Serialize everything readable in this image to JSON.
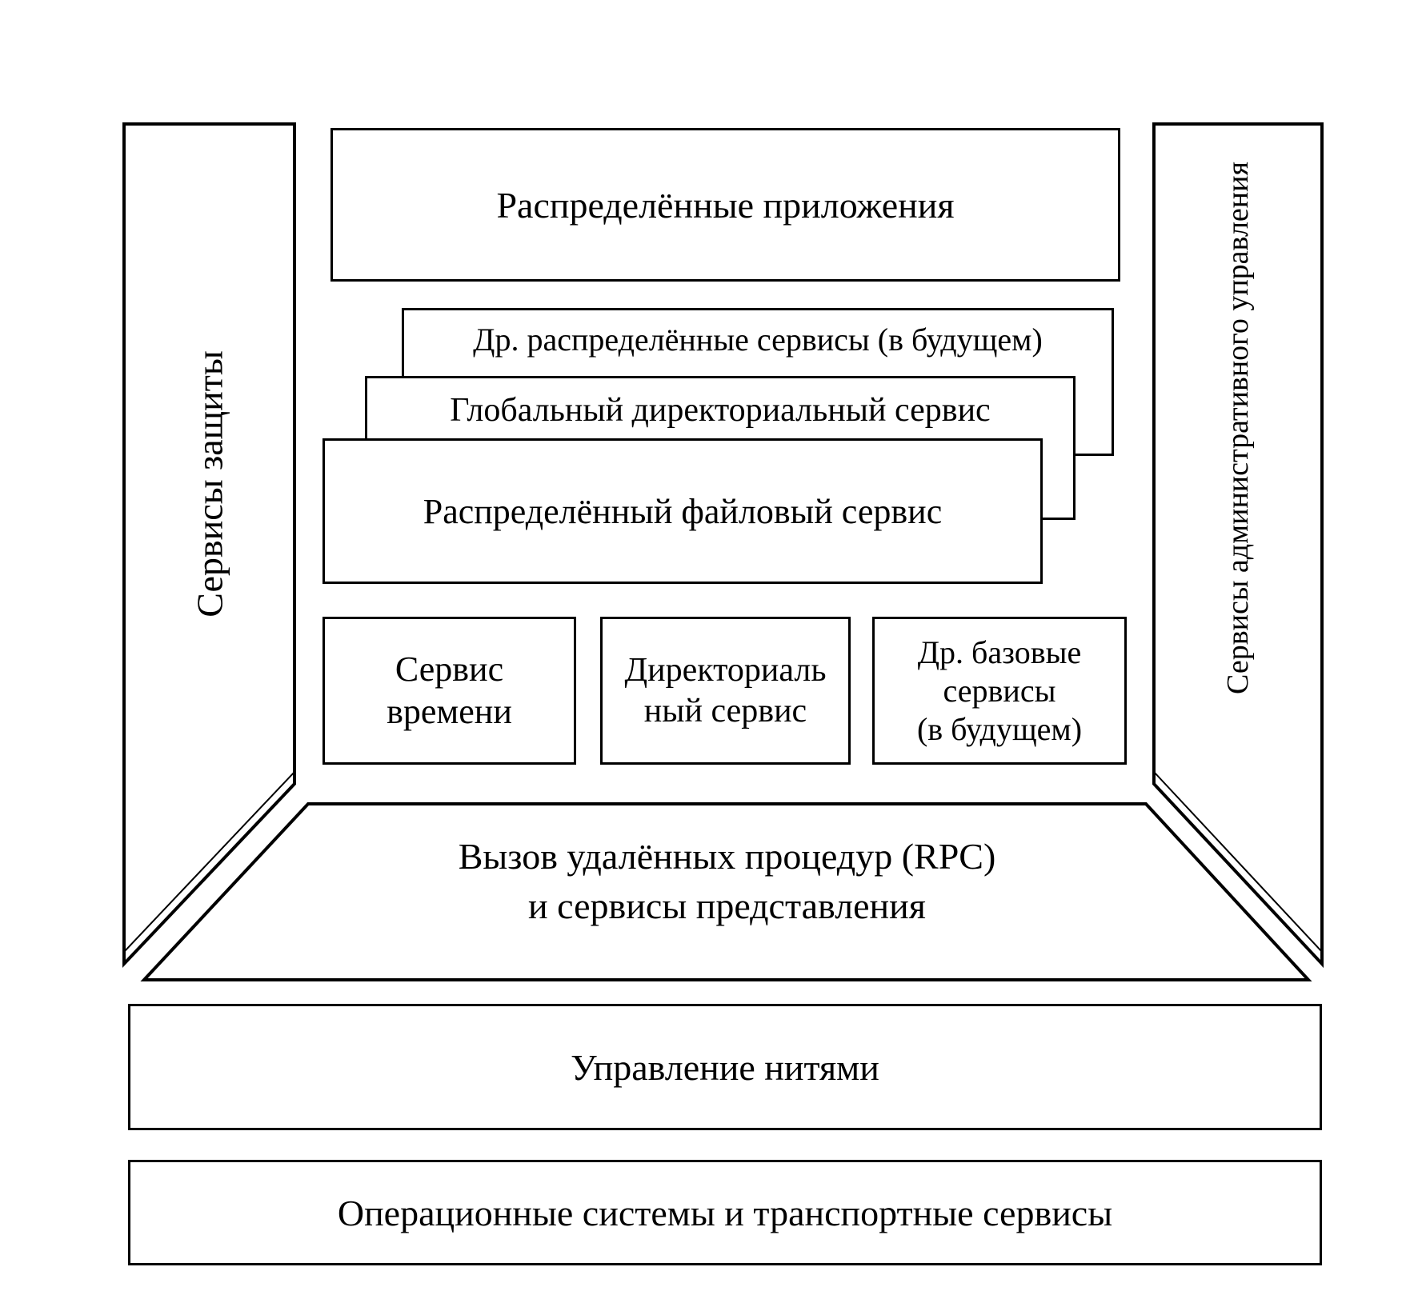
{
  "diagram": {
    "security_services": "Сервисы защиты",
    "admin_services": "Сервисы административного управления",
    "distributed_apps": "Распределённые приложения",
    "other_distributed": "Др. распределённые сервисы (в будущем)",
    "global_directory": "Глобальный директориальный сервис",
    "distributed_file": "Распределённый файловый сервис",
    "time_service": [
      "Сервис",
      "времени"
    ],
    "directory_service": [
      "Директориаль",
      "ный сервис"
    ],
    "other_base": [
      "Др. базовые",
      "сервисы",
      "(в будущем)"
    ],
    "rpc": [
      "Вызов удалённых процедур (RPC)",
      "и сервисы представления"
    ],
    "threads": "Управление нитями",
    "os_transport": "Операционные системы и транспортные сервисы"
  }
}
